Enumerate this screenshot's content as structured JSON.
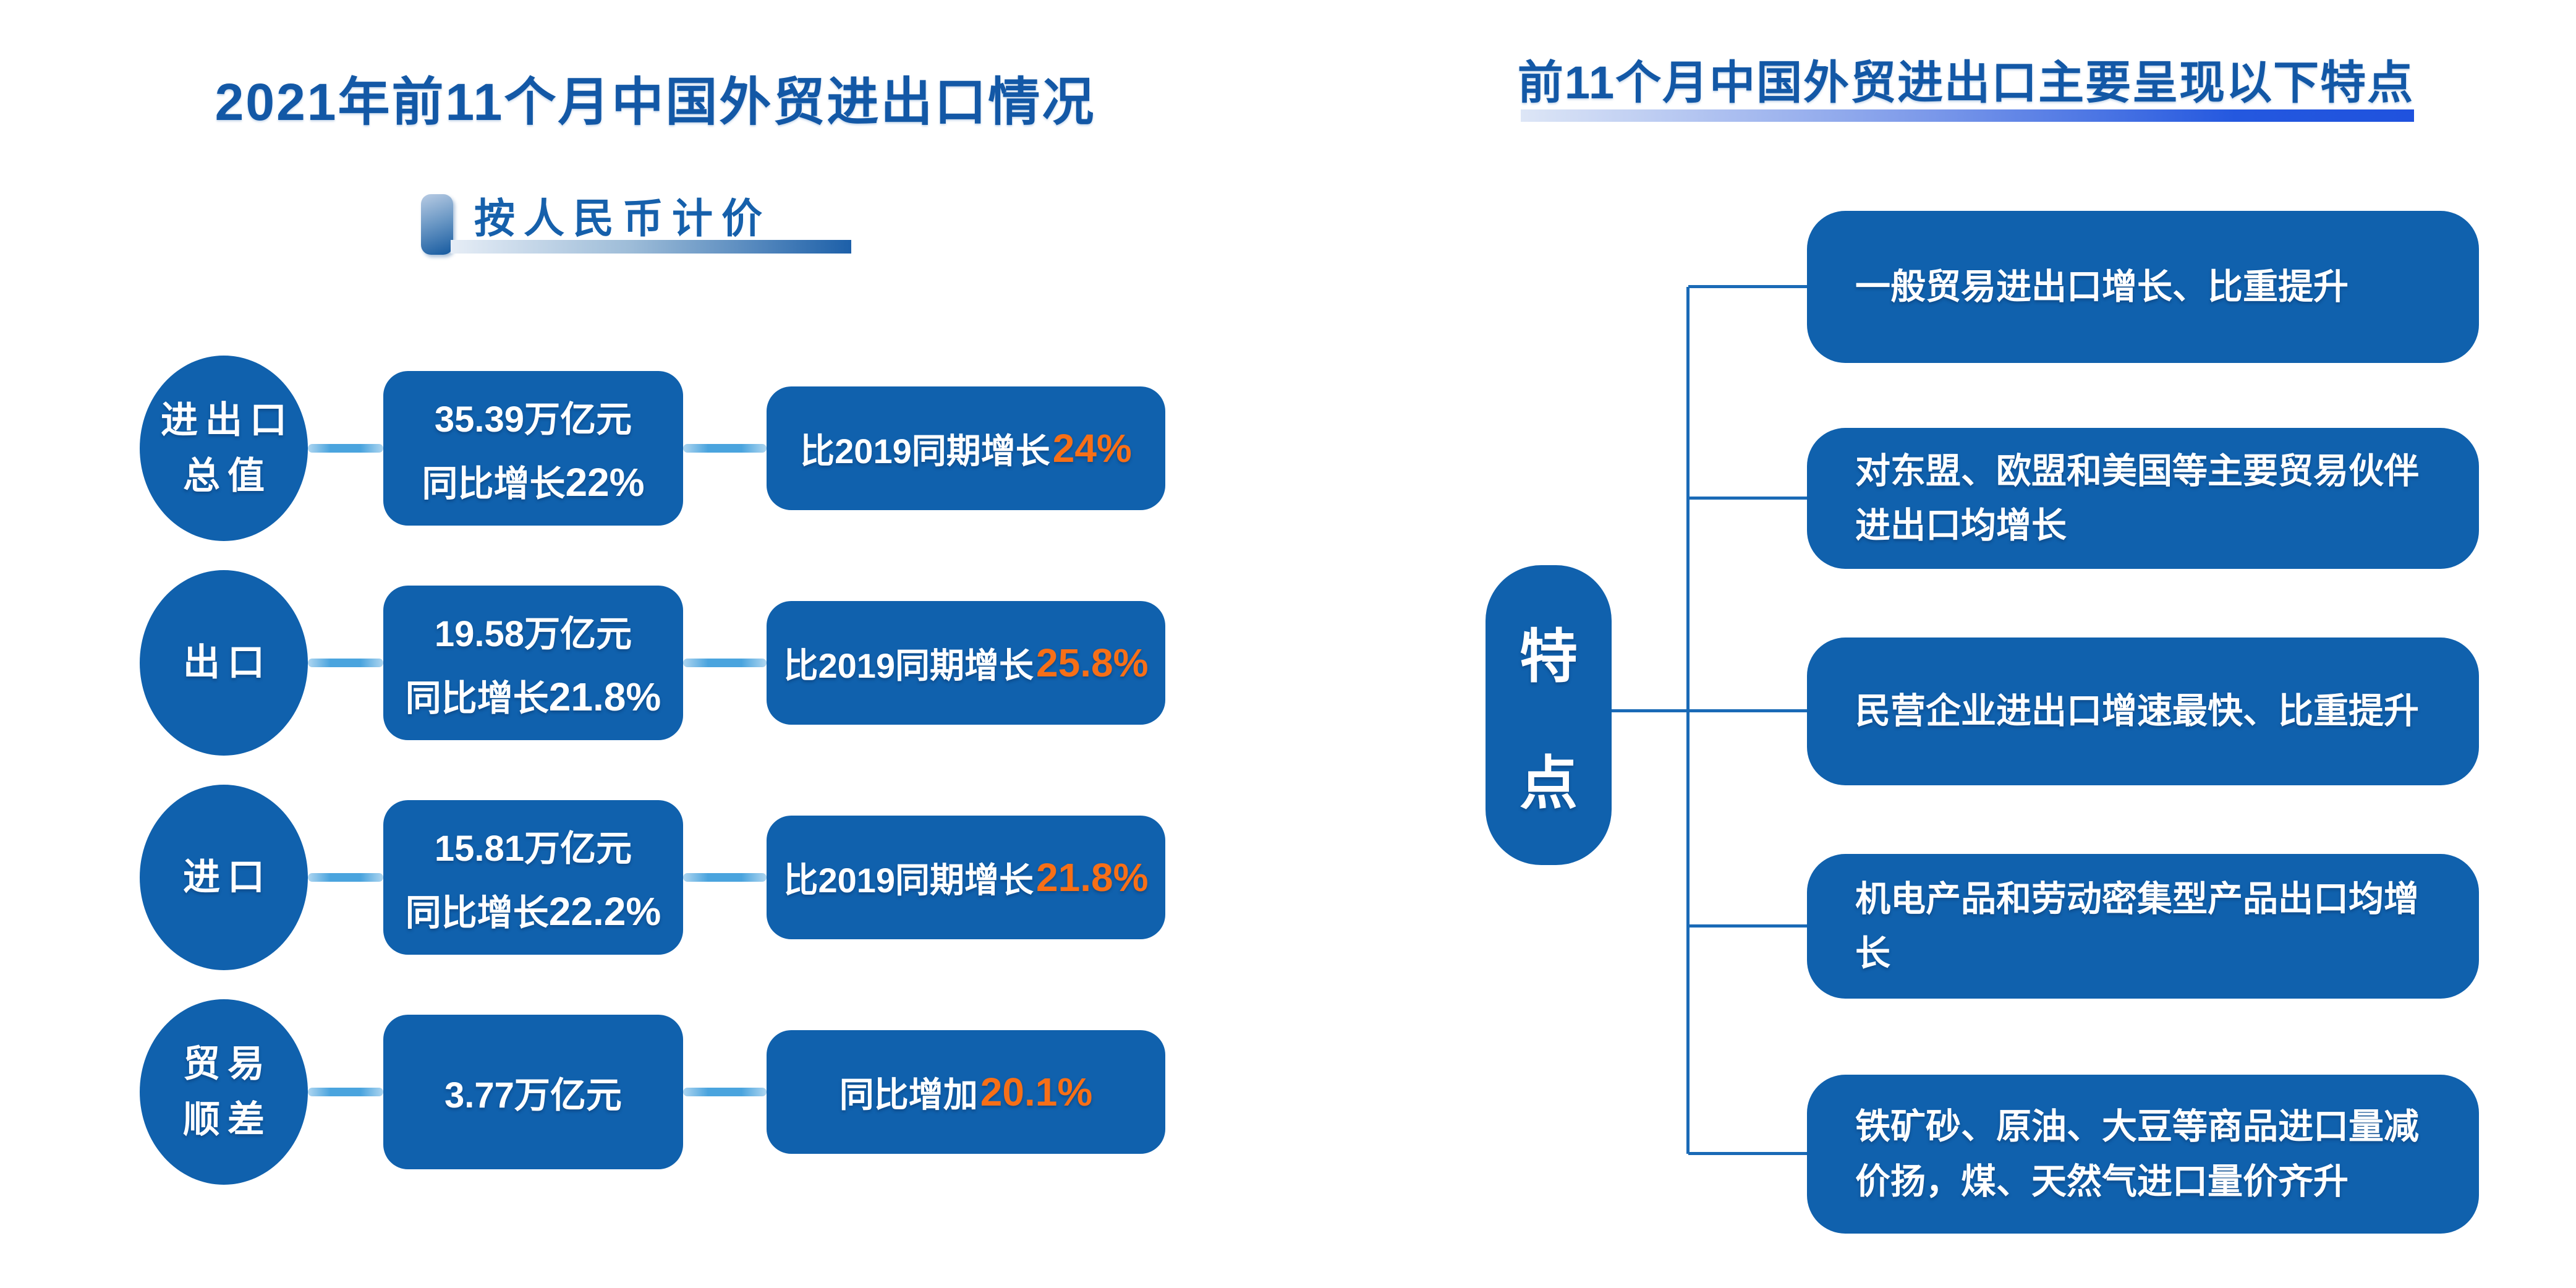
{
  "colors": {
    "primary_blue": "#1061ad",
    "title_blue": "#1358a6",
    "accent_orange": "#f76f17",
    "connector_blue": "#4aa4de",
    "tree_line_blue": "#1a6ab6"
  },
  "left_panel": {
    "title": "2021年前11个月中国外贸进出口情况",
    "badge_label": "按人民币计价",
    "rows": [
      {
        "label_line1": "进出口",
        "label_line2": "总值",
        "value": "35.39万亿元",
        "growth_prefix": "同比增长",
        "growth_pct": "22%",
        "compare_prefix": "比2019同期增长",
        "compare_pct": "24%"
      },
      {
        "label_line1": "出口",
        "label_line2": "",
        "value": "19.58万亿元",
        "growth_prefix": "同比增长",
        "growth_pct": "21.8%",
        "compare_prefix": "比2019同期增长",
        "compare_pct": "25.8%"
      },
      {
        "label_line1": "进口",
        "label_line2": "",
        "value": "15.81万亿元",
        "growth_prefix": "同比增长",
        "growth_pct": "22.2%",
        "compare_prefix": "比2019同期增长",
        "compare_pct": "21.8%"
      },
      {
        "label_line1": "贸易",
        "label_line2": "顺差",
        "value": "3.77万亿元",
        "growth_prefix": "",
        "growth_pct": "",
        "compare_prefix": "同比增加",
        "compare_pct": "20.1%"
      }
    ]
  },
  "right_panel": {
    "title": "前11个月中国外贸进出口主要呈现以下特点",
    "node_chars": [
      "特",
      "点"
    ],
    "features": [
      "一般贸易进出口增长、比重提升",
      "对东盟、欧盟和美国等主要贸易伙伴进出口均增长",
      "民营企业进出口增速最快、比重提升",
      "机电产品和劳动密集型产品出口均增长",
      "铁矿砂、原油、大豆等商品进口量减价扬，煤、天然气进口量价齐升"
    ]
  }
}
